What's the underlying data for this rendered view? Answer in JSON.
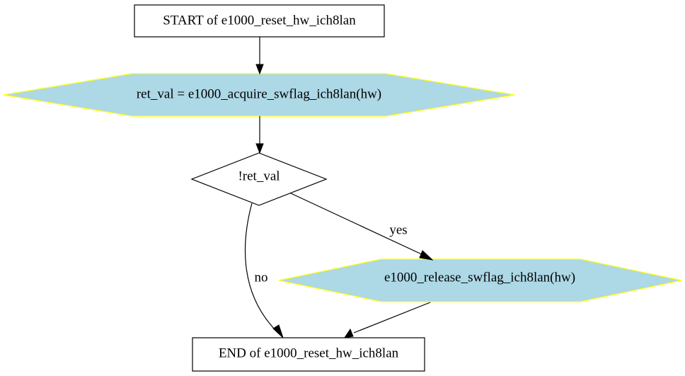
{
  "colors": {
    "process_fill": "#add8e6",
    "process_stroke": "#ffff00",
    "box_fill": "#ffffff",
    "box_stroke": "#000000",
    "edge": "#000000"
  },
  "nodes": {
    "start": {
      "label": "START of e1000_reset_hw_ich8lan"
    },
    "acquire": {
      "label": "ret_val = e1000_acquire_swflag_ich8lan(hw)"
    },
    "decision": {
      "label": "!ret_val"
    },
    "release": {
      "label": "e1000_release_swflag_ich8lan(hw)"
    },
    "end": {
      "label": "END of e1000_reset_hw_ich8lan"
    }
  },
  "edges": {
    "yes_label": "yes",
    "no_label": "no"
  }
}
